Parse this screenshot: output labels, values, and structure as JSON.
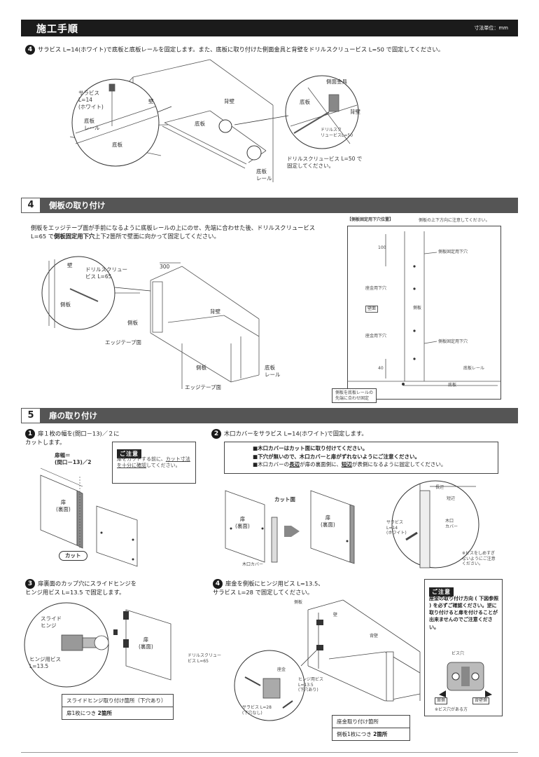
{
  "header": {
    "title": "施工手順",
    "unit": "寸法単位：mm"
  },
  "step4top": {
    "num": "4",
    "text": "サラビス L=14(ホワイト)で底板と底板レールを固定します。また、底板に取り付けた側面金具と背壁をドリルスクリュービス L=50 で固定してください。",
    "labels": {
      "sarabisu": "サラビス\nL=14\n(ホワイト)",
      "kabe": "壁",
      "haiheki": "背壁",
      "teiban_rail": "底板\nレール",
      "teiban": "底板",
      "teiban2": "底板",
      "teiban_rail2": "底板\nレール",
      "sokumen": "側面金具",
      "teiban3": "底板",
      "haiheki2": "背壁",
      "drill_callout": "ドリルスク\nリュービスL=50",
      "drill_note": "ドリルスクリュービス L=50 で\n固定してください。"
    }
  },
  "section4": {
    "num": "4",
    "title": "側板の取り付け",
    "text": "側板をエッジテープ面が手前になるように底板レールの上にのせ、先端に合わせた後、ドリルスクリュービス L=65 で",
    "text_bold": "側板固定用下穴",
    "text_end": "上下2箇所で壁面に向かって固定してください。",
    "labels": {
      "kabe": "壁",
      "drill": "ドリルスクリュー\nビス L=65",
      "dim300": "300",
      "sokuban": "側板",
      "haiheki": "背壁",
      "edge1": "エッジテープ面",
      "sokuban2": "側板",
      "teiban_rail": "底板\nレール",
      "edge2": "エッジテープ面"
    },
    "panel": {
      "title": "【側板固定用下穴位置】",
      "subtitle": "側板の上下方向に注意してください。",
      "dim_top": "100",
      "dim_bottom": "40",
      "hole_label1": "側板固定用下穴",
      "zakin1": "座金用下穴",
      "sokuban": "側板",
      "kabe": "壁面",
      "zakin2": "座金用下穴",
      "hole_label2": "側板固定用下穴",
      "rail": "底板レール",
      "teiban": "底板",
      "note": "側板を底板レールの\n先端に合わせ固定"
    }
  },
  "section5": {
    "num": "5",
    "title": "扉の取り付け",
    "s1": {
      "num": "1",
      "text": "扉１枚の幅を(間口－13)／２に\nカットします。",
      "width_label": "扉幅＝\n(間口－13)／2",
      "door": "扉\n(裏面)",
      "cut": "カット",
      "caution_tag": "ご注意",
      "caution_a": "扉をカットする前に、",
      "caution_b": "カット寸法を十分に確認",
      "caution_c": "してください。"
    },
    "s2": {
      "num": "2",
      "text": "木口カバーをサラビス L=14(ホワイト)で固定します。",
      "bullets": [
        "■木口カバーはカット面に取り付けてください。",
        "■下穴が無いので、木口カバーと扉がずれないようにご注意ください。"
      ],
      "bullet3_a": "■木口カバーの",
      "bullet3_b": "長辺",
      "bullet3_c": "が扉の裏面側に、",
      "bullet3_d": "短辺",
      "bullet3_e": "が表側になるように固定してください。",
      "door1": "扉\n(裏面)",
      "cut_face": "カット面",
      "door2": "扉\n(裏面)",
      "koguchi": "木口カバー",
      "long": "長辺",
      "short": "短辺",
      "sarabisu": "サラビス\nL=14\n(ホワイト)",
      "koguchi2": "木口\nカバー",
      "note": "※ビスをしめすぎ\nないようにご注意\nください。"
    },
    "s3": {
      "num": "3",
      "text": "扉裏面のカップ穴にスライドヒンジを\nヒンジ用ビス L=13.5 で固定します。",
      "slide": "スライド\nヒンジ",
      "hinge_bis": "ヒンジ用ビス\nL=13.5",
      "door": "扉\n(裏面)",
      "table_row1": "スライドヒンジ取り付け箇所（下穴あり）",
      "table_row2a": "扉1枚につき ",
      "table_row2b": "2箇所"
    },
    "s4": {
      "num": "4",
      "text": "座金を側板にヒンジ用ビス L=13.5、\nサラビス L=28 で固定してください。",
      "sokuban": "側板",
      "kabe": "壁",
      "haiheki": "背壁",
      "drill": "ドリルスクリュー\nビス L=65",
      "zakin": "座金",
      "hinge_bis": "ヒンジ用ビス\nL=13.5\n(下穴あり)",
      "sarabisu": "サラビス L=28\n(下穴なし)",
      "table_row1": "座金取り付け箇所",
      "table_row2a": "側板1枚につき ",
      "table_row2b": "2箇所",
      "caution_tag": "ご注意",
      "caution_text": "座金の取り付け方向 ( 下図参照 ) を必ずご確認ください。逆に取り付けると扉を付けることが出来ませんのでご注意ください。",
      "bisana": "ビス穴",
      "door_side": "扉側",
      "wall_side": "背壁側",
      "bisana_note": "※ビス穴がある方"
    }
  }
}
